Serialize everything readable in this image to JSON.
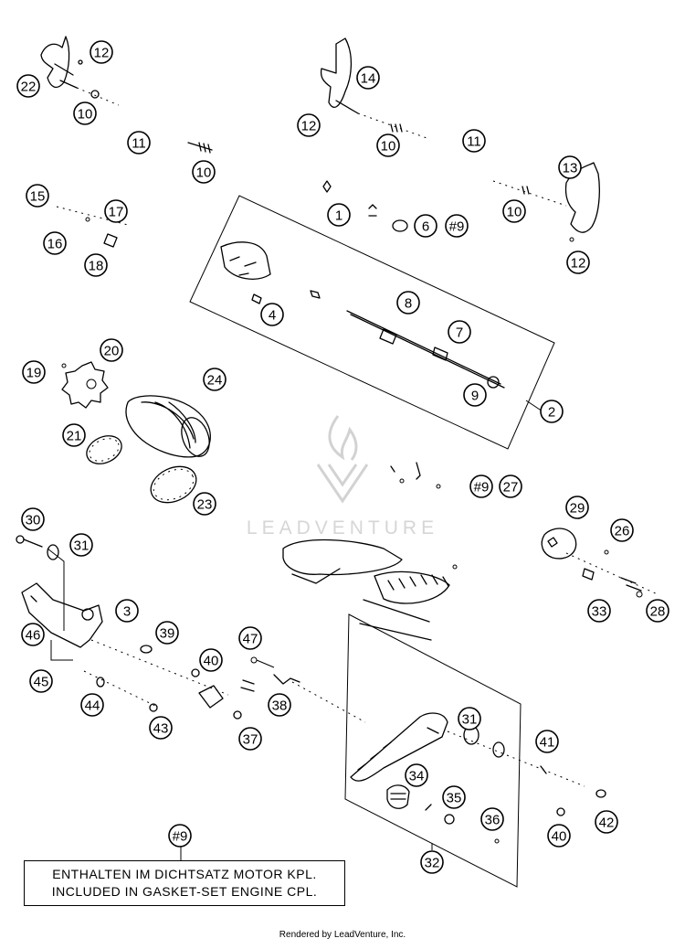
{
  "callouts": [
    {
      "label": "12"
    },
    {
      "label": "22"
    },
    {
      "label": "10"
    },
    {
      "label": "11"
    },
    {
      "label": "10"
    },
    {
      "label": "14"
    },
    {
      "label": "12"
    },
    {
      "label": "10"
    },
    {
      "label": "11"
    },
    {
      "label": "13"
    },
    {
      "label": "1"
    },
    {
      "label": "6"
    },
    {
      "label": "#9"
    },
    {
      "label": "10"
    },
    {
      "label": "12"
    },
    {
      "label": "15"
    },
    {
      "label": "17"
    },
    {
      "label": "16"
    },
    {
      "label": "18"
    },
    {
      "label": "4"
    },
    {
      "label": "8"
    },
    {
      "label": "7"
    },
    {
      "label": "9"
    },
    {
      "label": "2"
    },
    {
      "label": "19"
    },
    {
      "label": "20"
    },
    {
      "label": "24"
    },
    {
      "label": "21"
    },
    {
      "label": "23"
    },
    {
      "label": "#9"
    },
    {
      "label": "27"
    },
    {
      "label": "29"
    },
    {
      "label": "26"
    },
    {
      "label": "33"
    },
    {
      "label": "28"
    },
    {
      "label": "30"
    },
    {
      "label": "31"
    },
    {
      "label": "3"
    },
    {
      "label": "46"
    },
    {
      "label": "39"
    },
    {
      "label": "40"
    },
    {
      "label": "47"
    },
    {
      "label": "45"
    },
    {
      "label": "44"
    },
    {
      "label": "38"
    },
    {
      "label": "43"
    },
    {
      "label": "37"
    },
    {
      "label": "31"
    },
    {
      "label": "41"
    },
    {
      "label": "34"
    },
    {
      "label": "35"
    },
    {
      "label": "36"
    },
    {
      "label": "40"
    },
    {
      "label": "42"
    },
    {
      "label": "#9"
    },
    {
      "label": "32"
    }
  ],
  "note": {
    "line1": "ENTHALTEN IM DICHTSATZ MOTOR KPL.",
    "line2": "INCLUDED IN GASKET-SET ENGINE CPL."
  },
  "watermark": "LEADVENTURE",
  "credit": "Rendered by LeadVenture, Inc."
}
